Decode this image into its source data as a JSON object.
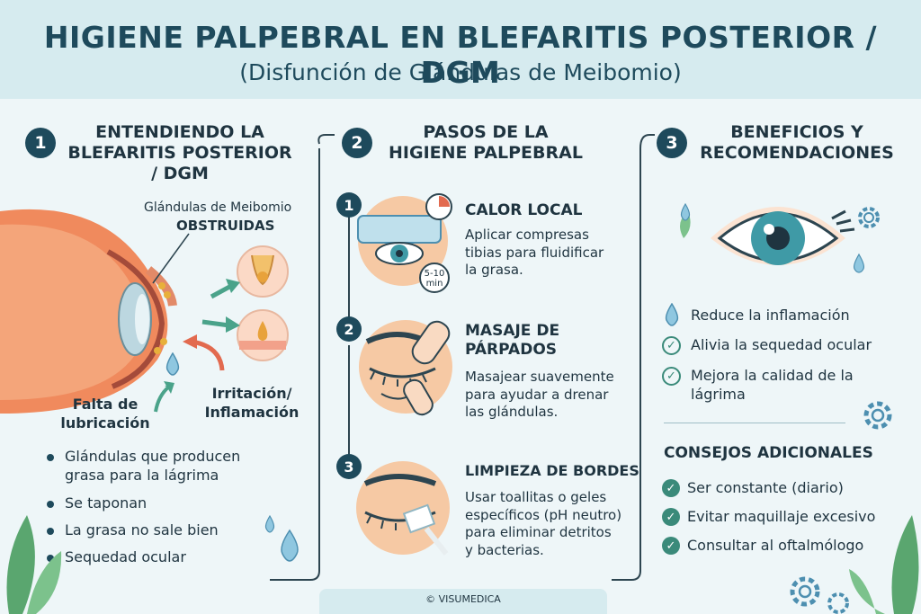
{
  "header": {
    "title": "HIGIENE PALPEBRAL EN BLEFARITIS POSTERIOR / DGM",
    "subtitle": "(Disfunción de Glándulas de Meibomio)"
  },
  "col1": {
    "number": "1",
    "heading": [
      "ENTENDIENDO LA",
      "BLEFARITIS POSTERIOR",
      "/ DGM"
    ],
    "label_glands": "Glándulas de Meibomio",
    "label_obstructed": "OBSTRUIDAS",
    "label_lubrication": [
      "Falta de",
      "lubricación"
    ],
    "label_irritation": [
      "Irritación/",
      "Inflamación"
    ],
    "bullets": [
      "Glándulas que producen grasa para la lágrima",
      "Se taponan",
      "La grasa no sale bien",
      "Sequedad ocular"
    ]
  },
  "col2": {
    "number": "2",
    "heading": [
      "PASOS DE LA",
      "HIGIENE PALPEBRAL"
    ],
    "steps": [
      {
        "num": "1",
        "title": "CALOR LOCAL",
        "text": [
          "Aplicar compresas",
          "tibias para fluidificar",
          "la grasa."
        ],
        "badge": [
          "5-10",
          "min"
        ]
      },
      {
        "num": "2",
        "title": "MASAJE DE PÁRPADOS",
        "title_lines": [
          "MASAJE DE",
          "PÁRPADOS"
        ],
        "text": [
          "Masajear suavemente",
          "para ayudar a drenar",
          "las glándulas."
        ]
      },
      {
        "num": "3",
        "title": "LIMPIEZA DE BORDES",
        "text": [
          "Usar toallitas o geles",
          "específicos (pH neutro)",
          "para eliminar detritos",
          "y bacterias."
        ]
      }
    ]
  },
  "col3": {
    "number": "3",
    "heading": [
      "BENEFICIOS Y",
      "RECOMENDACIONES"
    ],
    "benefits": [
      "Reduce la inflamación",
      "Alivia la sequedad ocular",
      "Mejora la calidad de la lágrima"
    ],
    "benefit3_lines": [
      "Mejora la calidad de la",
      "lágrima"
    ],
    "tips_heading": "CONSEJOS ADICIONALES",
    "tips": [
      "Ser constante (diario)",
      "Evitar maquillaje excesivo",
      "Consultar al oftalmólogo"
    ]
  },
  "footer": {
    "credit": "© VISUMEDICA"
  },
  "colors": {
    "dark": "#1e4a5c",
    "teal": "#3a8a7a",
    "skin": "#f6c9a4",
    "iris": "#3f9aa6"
  }
}
